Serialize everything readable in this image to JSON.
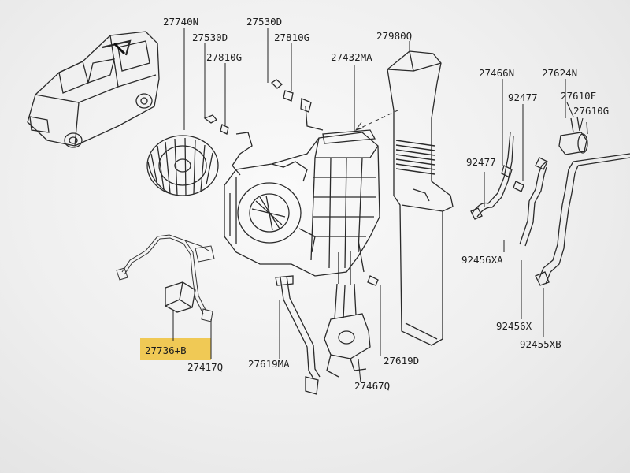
{
  "labels": {
    "p27740N": "27740N",
    "p27530D_top": "27530D",
    "p27530D": "27530D",
    "p27810G_top": "27810G",
    "p27810G": "27810G",
    "p27980Q": "27980Q",
    "p27432MA": "27432MA",
    "p27466N": "27466N",
    "p27624N": "27624N",
    "p92477_a": "92477",
    "p27610F": "27610F",
    "p27610G": "27610G",
    "p92477_b": "92477",
    "p92456XA": "92456XA",
    "p92456X": "92456X",
    "p92455XB": "92455XB",
    "p27736B": "27736+B",
    "p27417Q": "27417Q",
    "p27619MA": "27619MA",
    "p27619D": "27619D",
    "p27467Q": "27467Q"
  },
  "highlight_color": "#f0c23a"
}
